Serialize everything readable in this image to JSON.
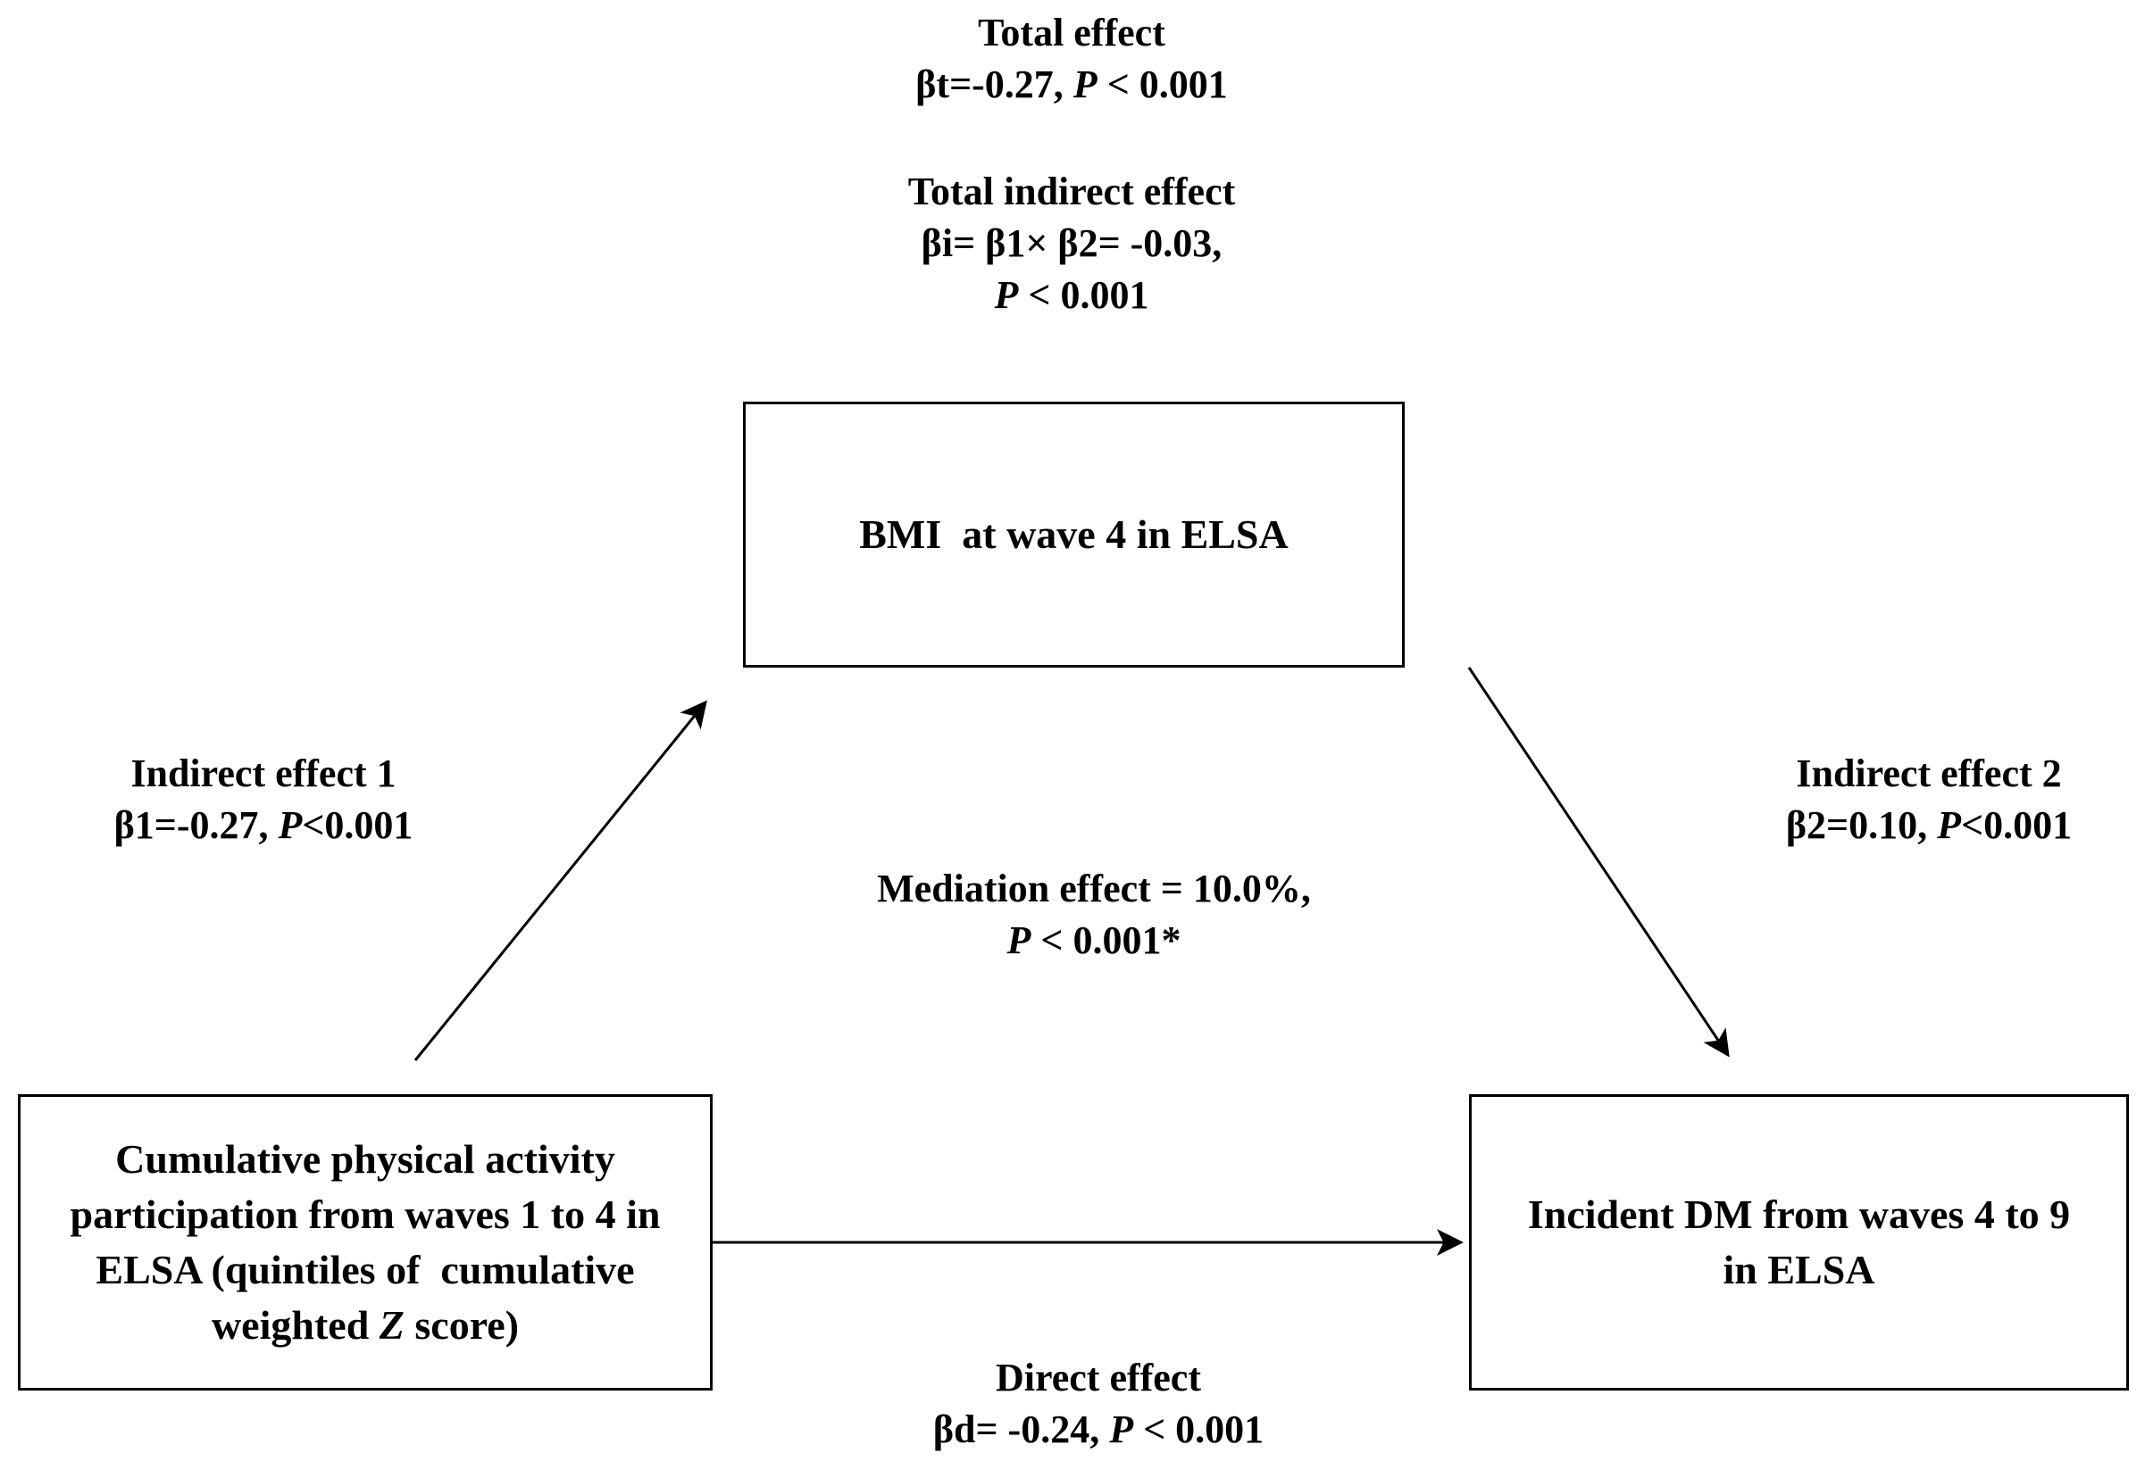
{
  "total_effect": {
    "title": "Total effect",
    "beta": "βt=-0.27, ",
    "p_label": "P",
    "p_value": " < 0.001"
  },
  "total_indirect_effect": {
    "title": "Total indirect effect",
    "line1": "βi= β1× β2= -0.03,",
    "p_label": "P",
    "p_value": " < 0.001"
  },
  "mediator_box": {
    "label": "BMI  at wave 4 in ELSA"
  },
  "exposure_box": {
    "line1": "Cumulative physical activity",
    "line2": "participation from waves 1 to 4 in",
    "line3": "ELSA (quintiles of  cumulative",
    "line4_pre": "weighted ",
    "line4_italic": "Z",
    "line4_post": " score)"
  },
  "outcome_box": {
    "line1": "Incident DM from waves 4 to 9",
    "line2": "in ELSA"
  },
  "indirect_effect_1": {
    "title": "Indirect effect 1",
    "beta": "β1=-0.27, ",
    "p_label": "P",
    "p_value": "<0.001"
  },
  "indirect_effect_2": {
    "title": "Indirect effect 2",
    "beta": "β2=0.10, ",
    "p_label": "P",
    "p_value": "<0.001"
  },
  "mediation_effect": {
    "line1": "Mediation effect = 10.0%,",
    "p_label": "P",
    "p_value": " < 0.001*"
  },
  "direct_effect": {
    "title": "Direct effect",
    "beta": "βd= -0.24, ",
    "p_label": "P",
    "p_value": " < 0.001"
  }
}
